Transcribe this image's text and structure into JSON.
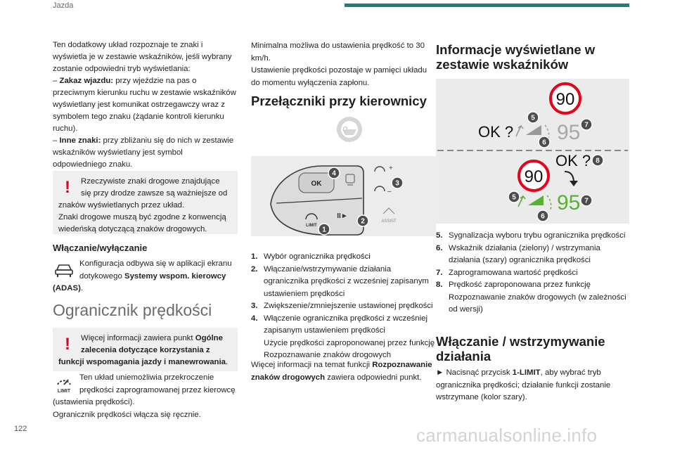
{
  "header": {
    "section": "Jazda",
    "page_number": "122"
  },
  "col1": {
    "intro": "Ten dodatkowy układ rozpoznaje te znaki i wyświetla je w zestawie wskaźników, jeśli wybrany zostanie odpowiedni tryb wyświetlania:",
    "no_entry": {
      "dash": "– ",
      "label": "Zakaz wjazdu:",
      "text": " przy wjeździe na pas o przeciwnym kierunku ruchu w zestawie wskaźników wyświetlany jest komunikat ostrzegawczy wraz z symbolem tego znaku (żądanie kontroli kierunku ruchu)."
    },
    "other_signs": {
      "dash": "– ",
      "label": "Inne znaki:",
      "text": " przy zbliżaniu się do nich w zestawie wskaźników wyświetlany jest symbol odpowiedniego znaku."
    },
    "warning_glyph": "!",
    "warning_1": {
      "line_1": "Rzeczywiste znaki drogowe znajdujące się przy drodze zawsze są ważniejsze od znaków wyświetlanych przez układ.",
      "line_2": "Znaki drogowe muszą być zgodne z konwencją wiedeńską dotyczącą znaków drogowych."
    },
    "switch_heading": "Włączanie/wyłączanie",
    "switch_text": {
      "before": "Konfiguracja odbywa się w aplikacji ekranu dotykowego ",
      "bold": "Systemy wspom. kierowcy (ADAS)",
      "after": "."
    },
    "section_title": "Ogranicznik prędkości",
    "warning_2": {
      "before": "Więcej informacji zawiera punkt ",
      "bold": "Ogólne zalecenia dotyczące korzystania z funkcji wspomagania jazdy i manewrowania",
      "after": "."
    },
    "limit_icon_label": "LIMIT",
    "limit_text": {
      "line_1": "Ten układ uniemożliwia przekroczenie prędkości zaprogramowanej przez kierowcę (ustawienia prędkości).",
      "line_2": "Ogranicznik prędkości włącza się ręcznie."
    }
  },
  "col2": {
    "intro": {
      "line_1": "Minimalna możliwa do ustawienia prędkość to 30 km/h.",
      "line_2": "Ustawienie prędkości pozostaje w pamięci układu do momentu wyłączenia zapłonu."
    },
    "heading": "Przełączniki przy kierownicy",
    "diagram": {
      "ok_label": "OK",
      "limit_label": "LIMIT",
      "pause_label": "II►",
      "assist_label": "ASSIST",
      "plus_label": "+",
      "minus_label": "–",
      "badge_1": "1",
      "badge_2": "2",
      "badge_3": "3",
      "badge_4": "4"
    },
    "list": [
      {
        "num": "1.",
        "text": "Wybór ogranicznika prędkości"
      },
      {
        "num": "2.",
        "text": "Włączanie/wstrzymywanie działania ogranicznika prędkości z wcześniej zapisanym ustawieniem prędkości"
      },
      {
        "num": "3.",
        "text": "Zwiększenie/zmniejszenie ustawionej prędkości"
      },
      {
        "num": "4.",
        "text": "Włączenie ogranicznika prędkości z wcześniej zapisanym ustawieniem prędkości",
        "text_2": "Użycie prędkości zaproponowanej przez funkcję Rozpoznawanie znaków drogowych"
      }
    ],
    "footer": {
      "before": "Więcej informacji na temat funkcji ",
      "bold": "Rozpoznawanie znaków drogowych",
      "after": " zawiera odpowiedni punkt."
    }
  },
  "col3": {
    "heading": "Informacje wyświetlane w zestawie wskaźników",
    "cluster": {
      "speed_limit_sign": "90",
      "prompt": "OK ?",
      "set_speed": "95",
      "badge_5": "5",
      "badge_6": "6",
      "badge_7": "7",
      "badge_8": "8"
    },
    "list": [
      {
        "num": "5.",
        "text": "Sygnalizacja wyboru trybu ogranicznika prędkości"
      },
      {
        "num": "6.",
        "text": "Wskaźnik działania (zielony) / wstrzymania działania (szary) ogranicznika prędkości"
      },
      {
        "num": "7.",
        "text": "Zaprogramowana wartość prędkości"
      },
      {
        "num": "8.",
        "text": "Prędkość zaproponowana przez funkcję Rozpoznawanie znaków drogowych (w zależności od wersji)"
      }
    ],
    "heading_2": "Włączanie / wstrzymywanie działania",
    "step": {
      "arrow": "►",
      "before": " Nacisnąć przycisk ",
      "bold": "1-LIMIT",
      "after": ", aby wybrać tryb ogranicznika prędkości; działanie funkcji zostanie wstrzymane (kolor szary)."
    }
  },
  "watermark": "carmanualsonline.info",
  "colors": {
    "accent": "#1d7c84",
    "warning": "#e2001a",
    "sign_red": "#e3051b",
    "active_green": "#58b231",
    "inactive_gray": "#a8a8a8",
    "panel": "#efefef"
  }
}
